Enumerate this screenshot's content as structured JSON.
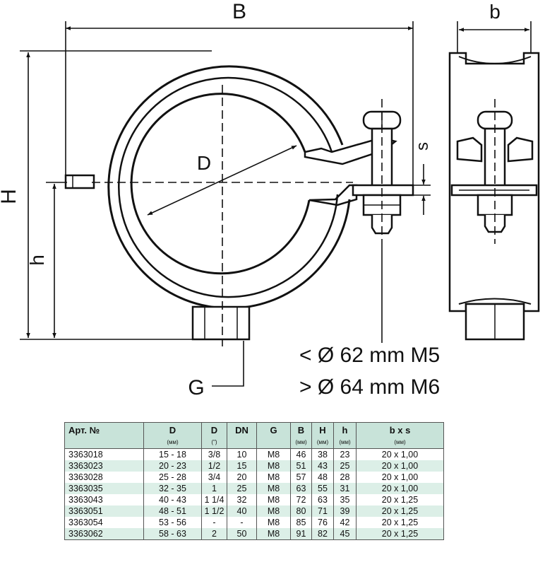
{
  "labels": {
    "B": "B",
    "b": "b",
    "H": "H",
    "h": "h",
    "D": "D",
    "s": "s",
    "G": "G",
    "note_line1": "< Ø 62 mm M5",
    "note_line2": "> Ø 64 mm M6"
  },
  "table": {
    "headers": [
      "Арт. №",
      "D",
      "D",
      "DN",
      "G",
      "B",
      "H",
      "h",
      "b x s"
    ],
    "units": [
      "",
      "(мм)",
      "(\")",
      "",
      "",
      "(мм)",
      "(мм)",
      "(мм)",
      "(мм)"
    ],
    "rows": [
      [
        "3363018",
        "15 - 18",
        "3/8",
        "10",
        "M8",
        "46",
        "38",
        "23",
        "20 x 1,00"
      ],
      [
        "3363023",
        "20 - 23",
        "1/2",
        "15",
        "M8",
        "51",
        "43",
        "25",
        "20 x 1,00"
      ],
      [
        "3363028",
        "25 - 28",
        "3/4",
        "20",
        "M8",
        "57",
        "48",
        "28",
        "20 x 1,00"
      ],
      [
        "3363035",
        "32 - 35",
        "1",
        "25",
        "M8",
        "63",
        "55",
        "31",
        "20 x 1,00"
      ],
      [
        "3363043",
        "40 - 43",
        "1 1/4",
        "32",
        "M8",
        "72",
        "63",
        "35",
        "20 x 1,25"
      ],
      [
        "3363051",
        "48 - 51",
        "1 1/2",
        "40",
        "M8",
        "80",
        "71",
        "39",
        "20 x 1,25"
      ],
      [
        "3363054",
        "53 - 56",
        "-",
        "-",
        "M8",
        "85",
        "76",
        "42",
        "20 x 1,25"
      ],
      [
        "3363062",
        "58 - 63",
        "2",
        "50",
        "M8",
        "91",
        "82",
        "45",
        "20 x 1,25"
      ]
    ]
  }
}
